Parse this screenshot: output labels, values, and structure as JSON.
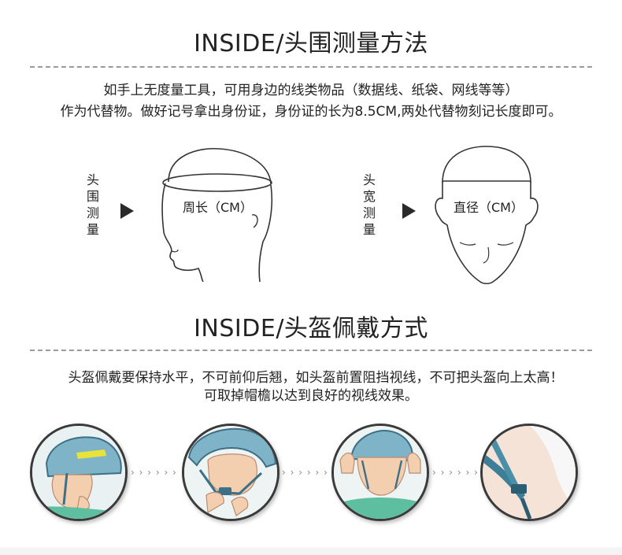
{
  "measure_section": {
    "title": "INSIDE/头围测量方法",
    "line1": "如手上无度量工具，可用身边的线类物品（数据线、纸袋、网线等等）",
    "line2": "作为代替物。做好记号拿出身份证，身份证的长为8.5CM,两处代替物刻记长度即可。",
    "side_view": {
      "vertical_label": [
        "头",
        "围",
        "测",
        "量"
      ],
      "head_label": "周长（CM）",
      "icon": "side-head-outline"
    },
    "front_view": {
      "vertical_label": [
        "头",
        "宽",
        "测",
        "量"
      ],
      "head_label": "直径（CM）",
      "icon": "front-head-outline"
    }
  },
  "wear_section": {
    "title": "INSIDE/头盔佩戴方式",
    "line1": "头盔佩戴要保持水平，不可前仰后翘，如头盔前置阻挡视线，不可把头盔向上太高！",
    "line2": "可取掉帽檐以达到良好的视线效果。",
    "steps": [
      {
        "icon": "helmet-side-step-image"
      },
      {
        "icon": "helmet-chin-buckle-step-image"
      },
      {
        "icon": "helmet-front-adjust-step-image"
      },
      {
        "icon": "strap-closeup-step-image"
      }
    ],
    "connector": "› › › › › ›"
  },
  "colors": {
    "helmet_blue": "#7fb4c8",
    "helmet_dark": "#3d6f86",
    "visor_yellow": "#e8e23a",
    "skin": "#f3cfb0",
    "shirt_green": "#5dbfa0",
    "dash": "#9a9a9a"
  }
}
